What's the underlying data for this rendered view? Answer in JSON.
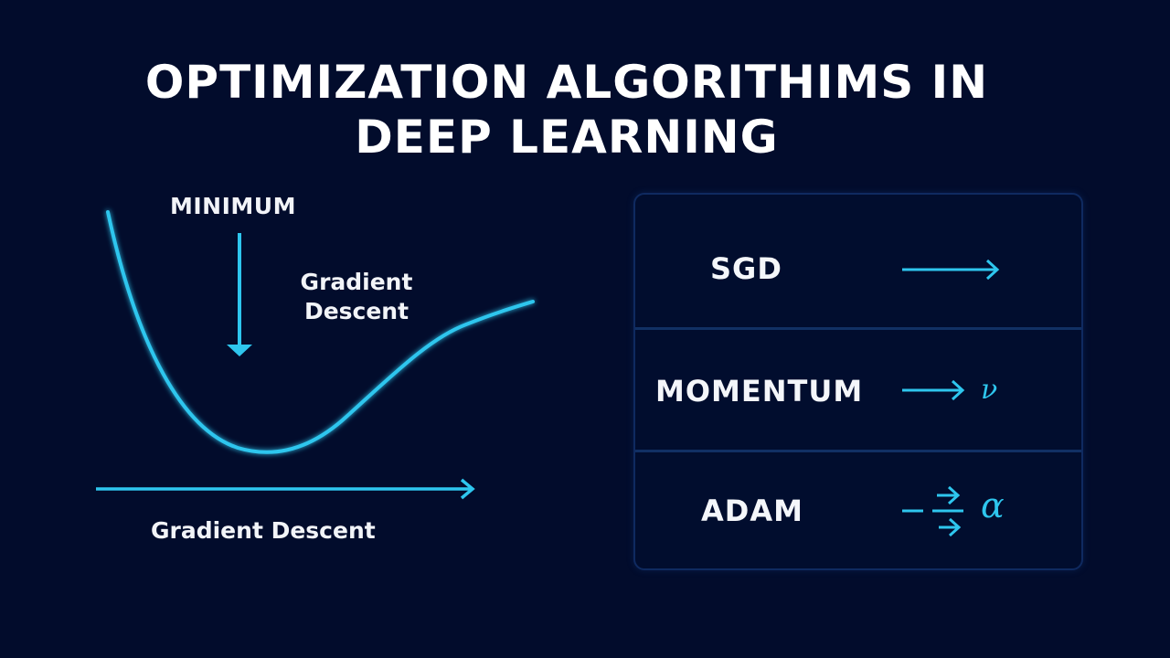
{
  "title": {
    "line1": "OPTIMIZATION ALGORITHIMS IN",
    "line2": "DEEP LEARNING"
  },
  "colors": {
    "background": "#020c2c",
    "accent": "#2ec6ee",
    "panel_border": "#113064",
    "text": "#ffffff"
  },
  "diagram": {
    "minimum_label": "MINIMUM",
    "curve_label": "Gradient Descent",
    "axis_label": "Gradient Descent",
    "icons": [
      "loss-curve",
      "down-arrow-icon",
      "right-arrow-axis-icon"
    ]
  },
  "panel": {
    "rows": [
      {
        "label": "SGD",
        "icon": "right-arrow-icon",
        "symbol": ""
      },
      {
        "label": "MOMENTUM",
        "icon": "right-arrow-icon",
        "symbol": "ν"
      },
      {
        "label": "ADAM",
        "icon": "split-arrows-icon",
        "symbol": "α"
      }
    ]
  }
}
